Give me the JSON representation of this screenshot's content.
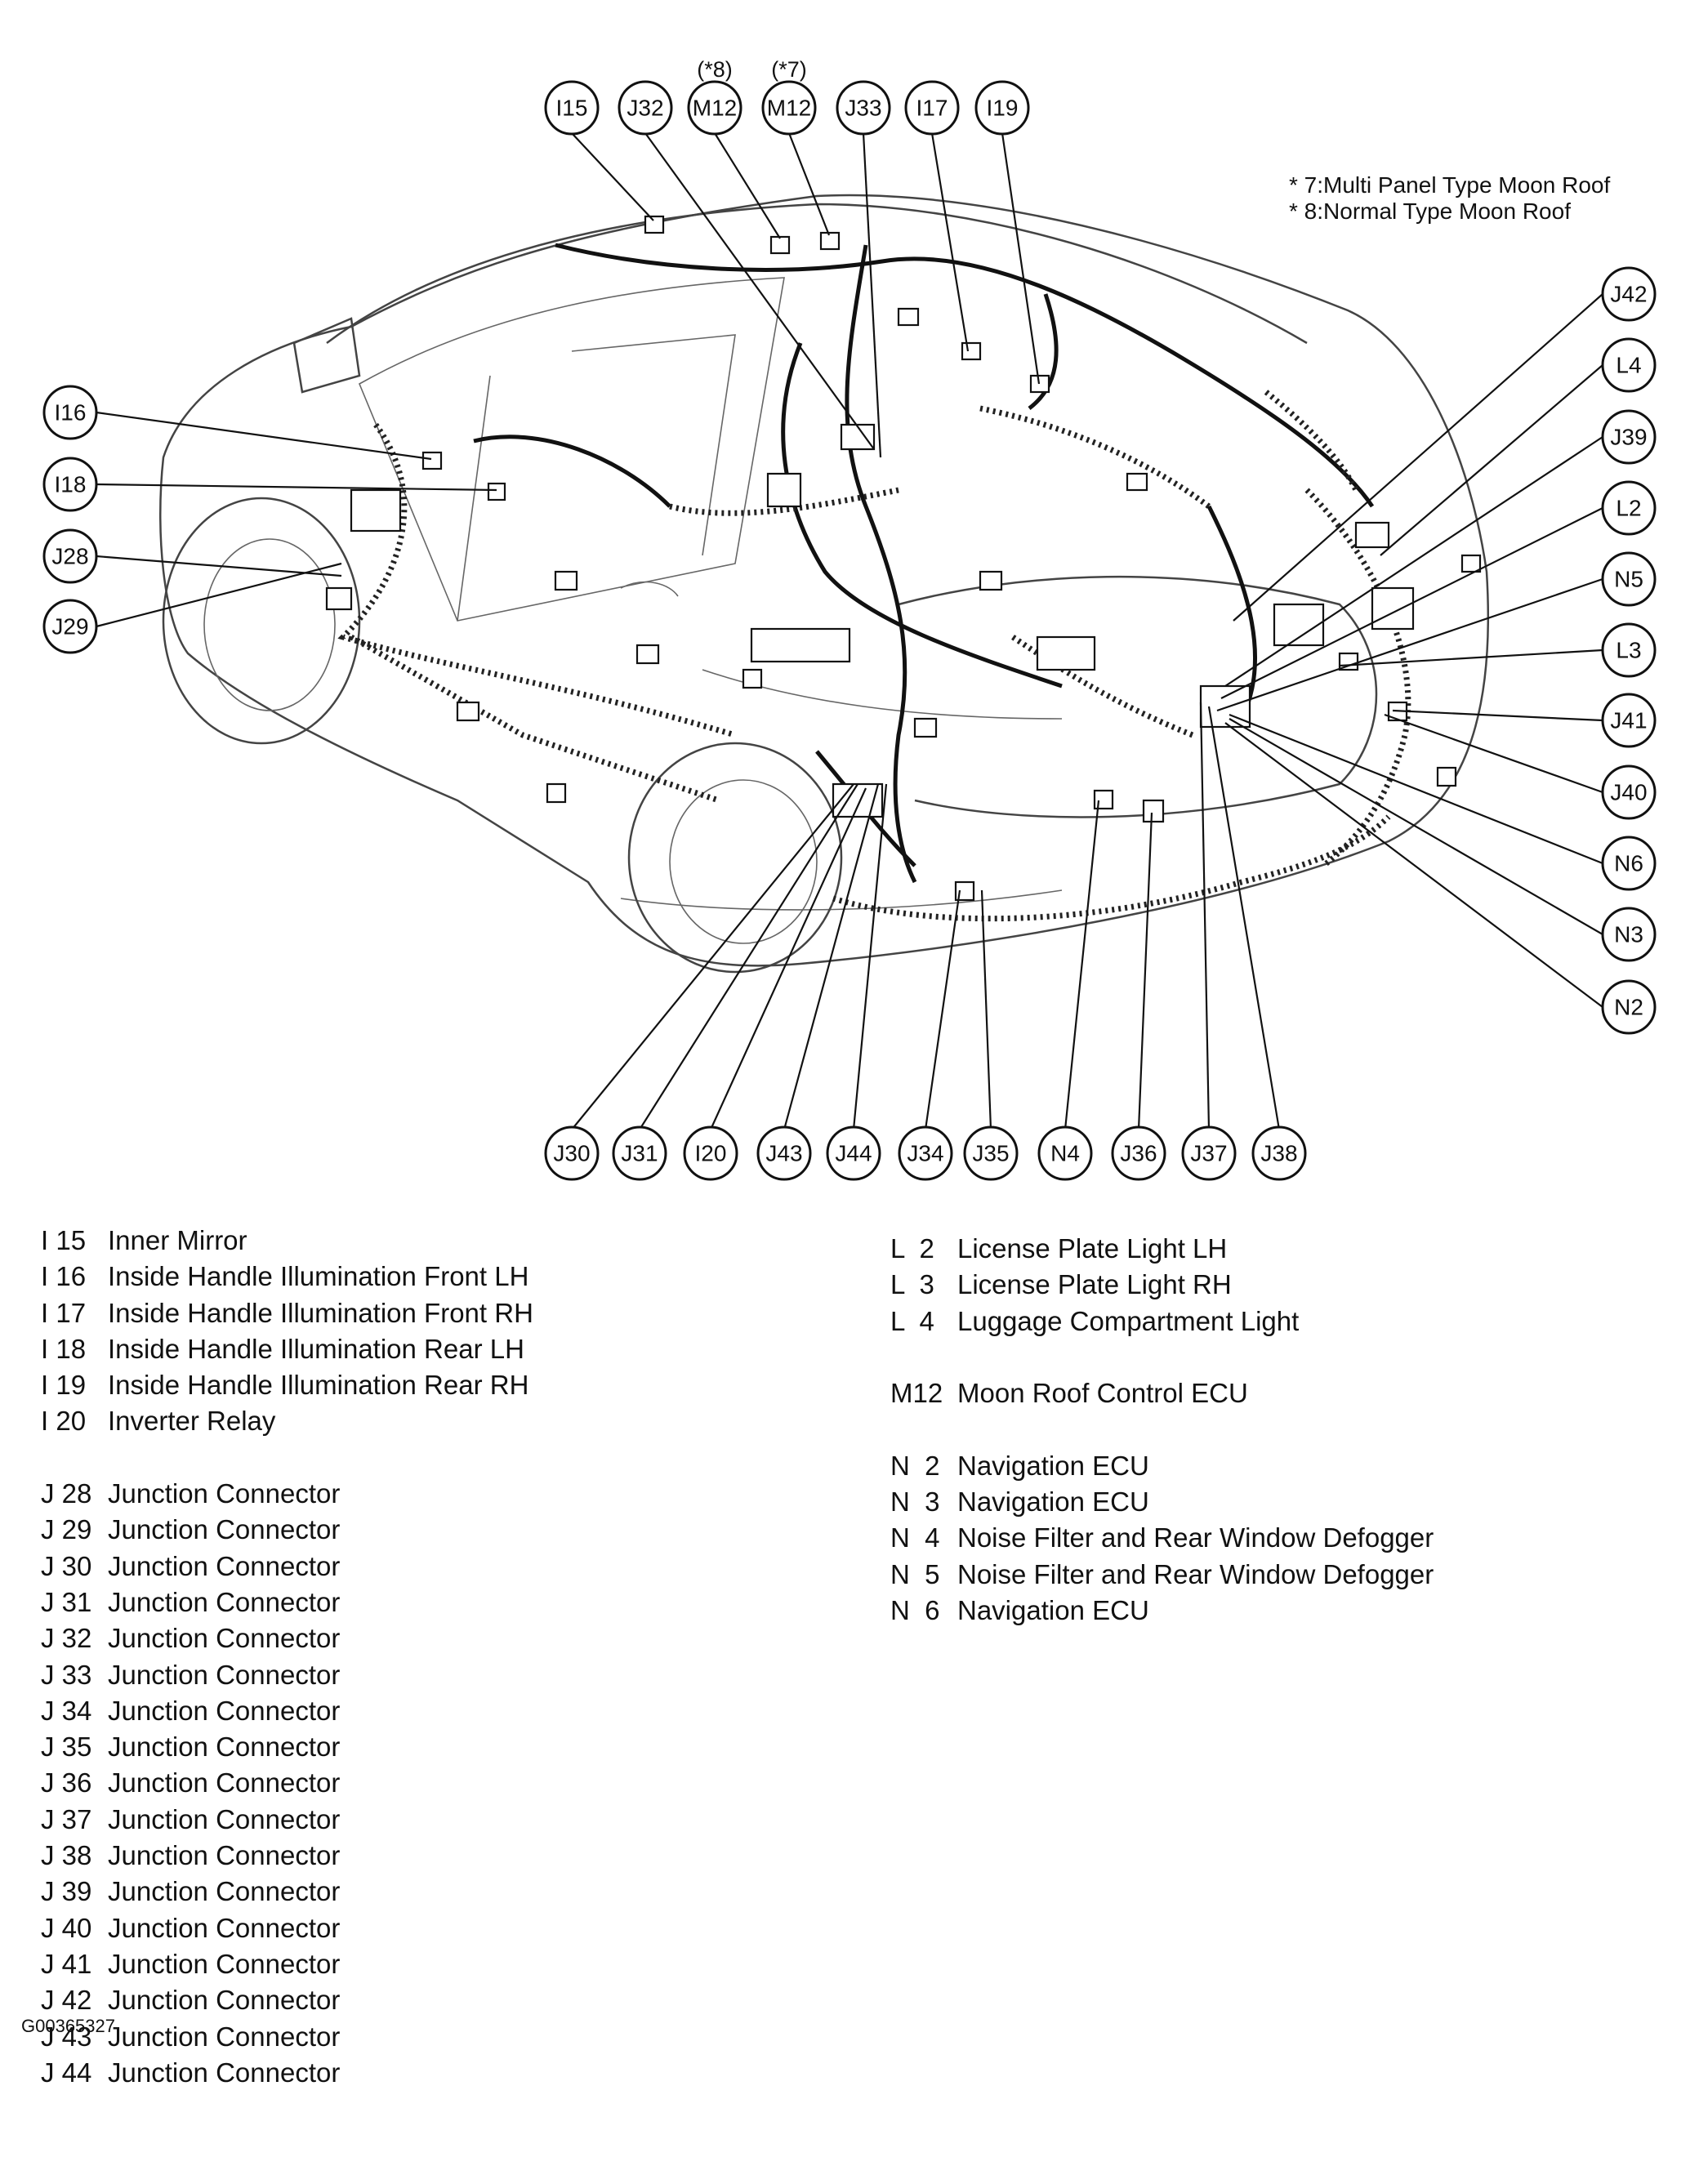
{
  "notes": [
    "* 7:Multi Panel Type Moon Roof",
    "* 8:Normal Type Moon Roof"
  ],
  "variants": {
    "m12_a": "(*8)",
    "m12_b": "(*7)"
  },
  "callouts": {
    "top": [
      "I15",
      "J32",
      "M12",
      "M12",
      "J33",
      "I17",
      "I19"
    ],
    "left": [
      "I16",
      "I18",
      "J28",
      "J29"
    ],
    "right": [
      "J42",
      "L4",
      "J39",
      "L2",
      "N5",
      "L3",
      "J41",
      "J40",
      "N6",
      "N3",
      "N2"
    ],
    "bottom": [
      "J30",
      "J31",
      "I20",
      "J43",
      "J44",
      "J34",
      "J35",
      "N4",
      "J36",
      "J37",
      "J38"
    ]
  },
  "legend_left": [
    {
      "code": "I 15",
      "name": "Inner Mirror"
    },
    {
      "code": "I 16",
      "name": "Inside Handle Illumination Front LH"
    },
    {
      "code": "I 17",
      "name": "Inside Handle Illumination Front RH"
    },
    {
      "code": "I 18",
      "name": "Inside Handle Illumination Rear LH"
    },
    {
      "code": "I 19",
      "name": "Inside Handle Illumination Rear RH"
    },
    {
      "code": "I 20",
      "name": "Inverter Relay"
    },
    {
      "code": "J 28",
      "name": "Junction Connector"
    },
    {
      "code": "J 29",
      "name": "Junction Connector"
    },
    {
      "code": "J 30",
      "name": "Junction Connector"
    },
    {
      "code": "J 31",
      "name": "Junction Connector"
    },
    {
      "code": "J 32",
      "name": "Junction Connector"
    },
    {
      "code": "J 33",
      "name": "Junction Connector"
    },
    {
      "code": "J 34",
      "name": "Junction Connector"
    },
    {
      "code": "J 35",
      "name": "Junction Connector"
    },
    {
      "code": "J 36",
      "name": "Junction Connector"
    },
    {
      "code": "J 37",
      "name": "Junction Connector"
    },
    {
      "code": "J 38",
      "name": "Junction Connector"
    },
    {
      "code": "J 39",
      "name": "Junction Connector"
    },
    {
      "code": "J 40",
      "name": "Junction Connector"
    },
    {
      "code": "J 41",
      "name": "Junction Connector"
    },
    {
      "code": "J 42",
      "name": "Junction Connector"
    },
    {
      "code": "J 43",
      "name": "Junction Connector"
    },
    {
      "code": "J 44",
      "name": "Junction Connector"
    }
  ],
  "legend_right": [
    {
      "code": "L  2",
      "name": "License Plate Light LH"
    },
    {
      "code": "L  3",
      "name": "License Plate Light RH"
    },
    {
      "code": "L  4",
      "name": "Luggage Compartment Light"
    },
    {
      "code": "M12",
      "name": "Moon Roof Control ECU"
    },
    {
      "code": "N  2",
      "name": "Navigation ECU"
    },
    {
      "code": "N  3",
      "name": "Navigation ECU"
    },
    {
      "code": "N  4",
      "name": "Noise Filter and Rear Window Defogger"
    },
    {
      "code": "N  5",
      "name": "Noise Filter and Rear Window Defogger"
    },
    {
      "code": "N  6",
      "name": "Navigation ECU"
    }
  ],
  "figure_id": "G00365327"
}
